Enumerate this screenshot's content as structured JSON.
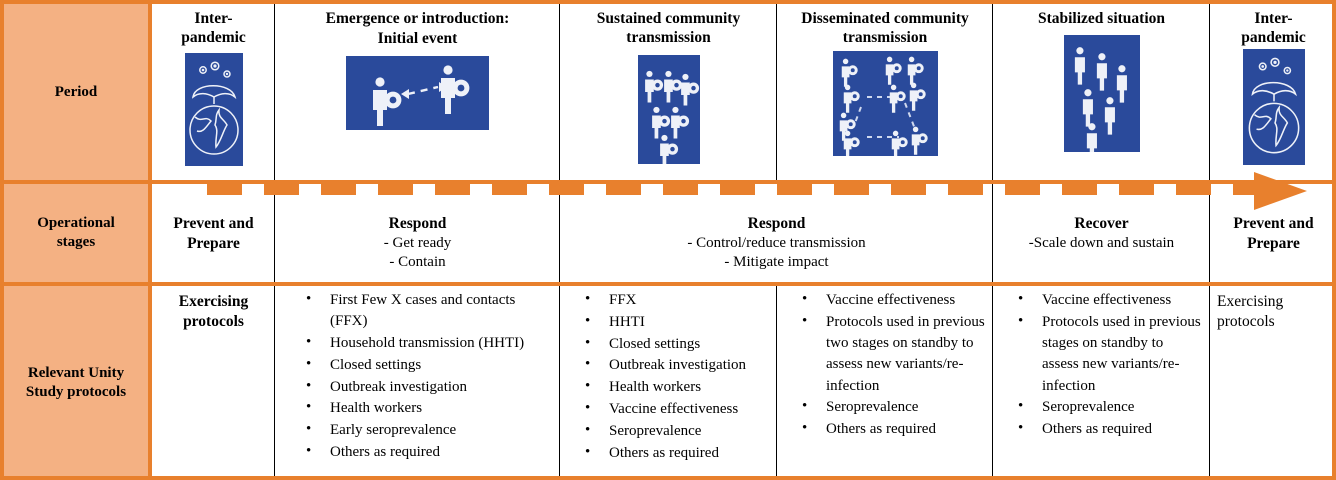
{
  "colors": {
    "header_fill": "#F4B183",
    "rule": "#E8802D",
    "icon_blue": "#2A4A9B",
    "divider": "#000000"
  },
  "row_headers": {
    "period": "Period",
    "operational_stages": "Operational\nstages",
    "protocols": "Relevant Unity\nStudy protocols"
  },
  "periods": [
    {
      "title": "Inter-\npandemic",
      "subtitle": "",
      "icon": "umbrella-over-globe-with-viruses-icon"
    },
    {
      "title": "Emergence or introduction:",
      "subtitle": "Initial event",
      "icon": "two-people-transmission-arrow-icon"
    },
    {
      "title": "Sustained community\ntransmission",
      "subtitle": "",
      "icon": "six-infected-people-icon"
    },
    {
      "title": "Disseminated community\ntransmission",
      "subtitle": "",
      "icon": "infected-people-network-icon"
    },
    {
      "title": "Stabilized situation",
      "subtitle": "",
      "icon": "six-healthy-people-icon"
    },
    {
      "title": "Inter-\npandemic",
      "subtitle": "",
      "icon": "umbrella-over-globe-with-viruses-icon"
    }
  ],
  "operational_stages": [
    {
      "head": "Prevent and\nPrepare",
      "sub": ""
    },
    {
      "head": "Respond",
      "sub": "- Get ready\n- Contain"
    },
    {
      "head": "Respond",
      "sub": "-     Control/reduce transmission\n-      Mitigate impact"
    },
    {
      "head": "Recover",
      "sub": "-Scale down and sustain"
    },
    {
      "head": "Prevent and\nPrepare",
      "sub": ""
    }
  ],
  "protocols": [
    {
      "type": "text",
      "text": "Exercising\nprotocols"
    },
    {
      "type": "list",
      "items": [
        "First Few X cases and contacts (FFX)",
        "Household transmission (HHTI)",
        "Closed settings",
        "Outbreak investigation",
        "Health workers",
        "Early seroprevalence",
        "Others as required"
      ]
    },
    {
      "type": "list",
      "items": [
        "FFX",
        "HHTI",
        "Closed settings",
        "Outbreak investigation",
        "Health workers",
        "Vaccine effectiveness",
        "Seroprevalence",
        "Others as required"
      ]
    },
    {
      "type": "list",
      "items": [
        "Vaccine effectiveness",
        "Protocols used in previous two stages on standby to assess new variants/re-infection",
        "Seroprevalence",
        "Others as required"
      ]
    },
    {
      "type": "list",
      "items": [
        "Vaccine effectiveness",
        "Protocols used in previous stages on standby to assess new variants/re-infection",
        "Seroprevalence",
        "Others as required"
      ]
    },
    {
      "type": "text-light",
      "text": "Exercising\nprotocols"
    }
  ],
  "timeline": {
    "name": "dashed-progression-arrow",
    "direction": "left-to-right",
    "dash_count": 19,
    "arrowhead": "right-triangle"
  }
}
